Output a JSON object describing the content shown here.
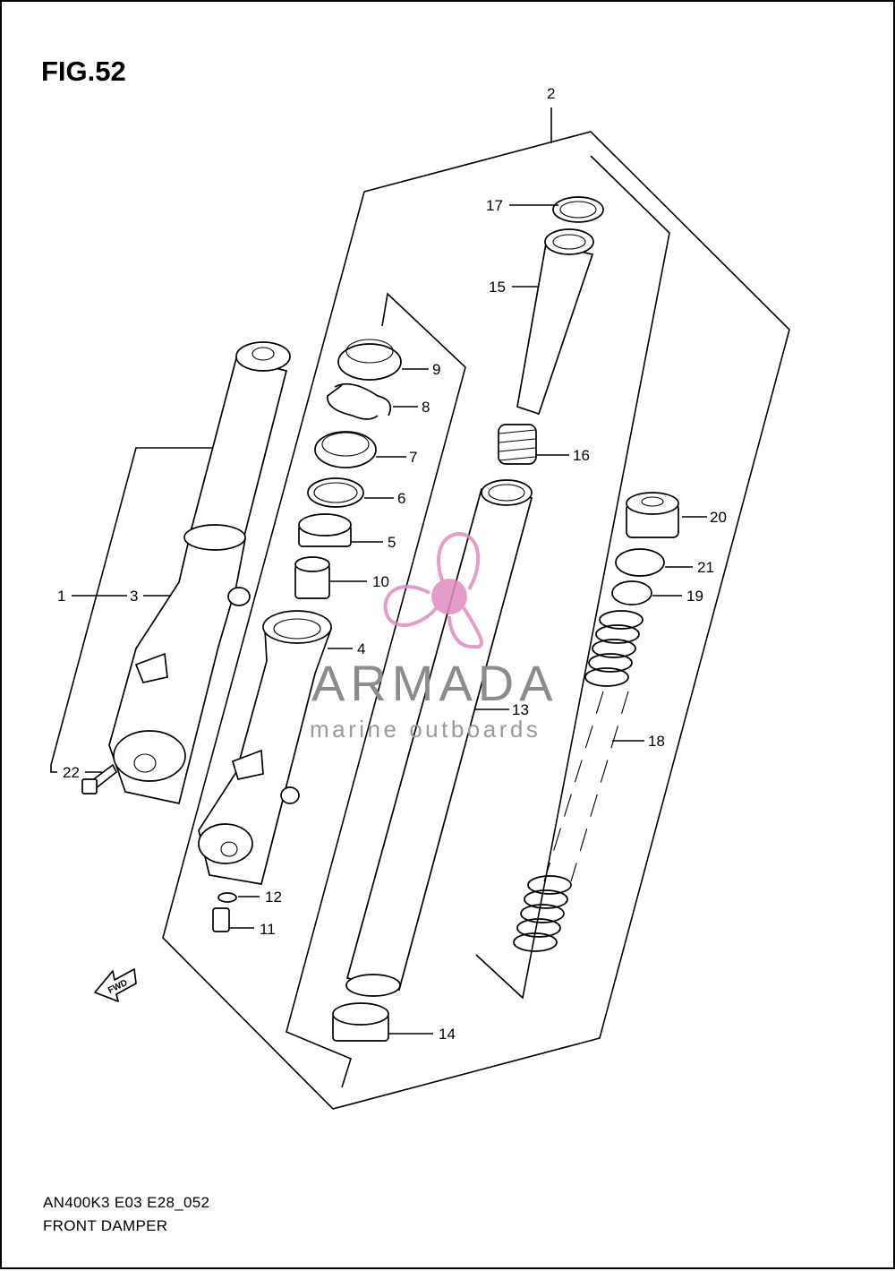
{
  "figure": {
    "title": "FIG.52",
    "model_code": "AN400K3 E03 E28_052",
    "name": "FRONT DAMPER"
  },
  "callouts": {
    "c1": "1",
    "c2": "2",
    "c3": "3",
    "c4": "4",
    "c5": "5",
    "c6": "6",
    "c7": "7",
    "c8": "8",
    "c9": "9",
    "c10": "10",
    "c11": "11",
    "c12": "12",
    "c13": "13",
    "c14": "14",
    "c15": "15",
    "c16": "16",
    "c17": "17",
    "c18": "18",
    "c19": "19",
    "c20": "20",
    "c21": "21",
    "c22": "22"
  },
  "direction_marker": {
    "label": "FWD",
    "icon": "fwd-arrow-icon"
  },
  "watermark": {
    "brand": "ARMADA",
    "tagline": "marine outboards",
    "color": "#e08cc0",
    "icon": "propeller-logo-icon"
  }
}
